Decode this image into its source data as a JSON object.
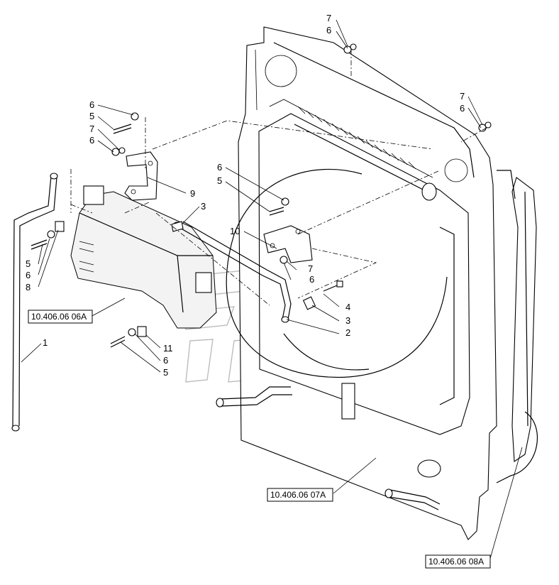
{
  "callouts": [
    "7",
    "6",
    "6",
    "5",
    "7",
    "6",
    "9",
    "5",
    "6",
    "8",
    "3",
    "10",
    "7",
    "6",
    "6",
    "5",
    "4",
    "3",
    "2",
    "11",
    "6",
    "5",
    "1",
    "7",
    "6"
  ],
  "references": [
    "10.406.06 06A",
    "10.406.06 07A",
    "10.406.06 08A"
  ],
  "colors": {
    "line": "#000000",
    "background": "#ffffff",
    "watermark": "#bdbdbd"
  }
}
